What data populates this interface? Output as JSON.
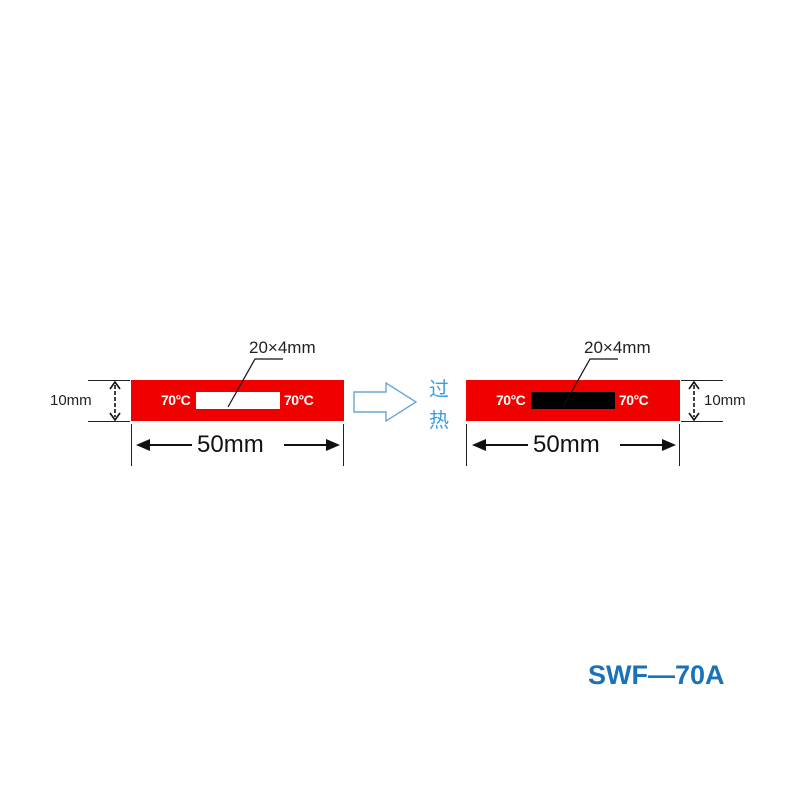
{
  "left_label": {
    "window_size": "20×4mm",
    "height_dim": "10mm",
    "width_dim": "50mm",
    "temp_left": "70°C",
    "temp_right": "70°C",
    "window_state": "white",
    "window_color": "#ffffff"
  },
  "transition": {
    "icon": "right-arrow-outline-icon",
    "text_line1": "过",
    "text_line2": "热",
    "color": "#3a9ee0"
  },
  "right_label": {
    "window_size": "20×4mm",
    "height_dim": "10mm",
    "width_dim": "50mm",
    "temp_left": "70°C",
    "temp_right": "70°C",
    "window_state": "black",
    "window_color": "#000000"
  },
  "colors": {
    "strip": "#f10000",
    "model_text": "#1a72b9"
  },
  "model": "SWF—70A"
}
